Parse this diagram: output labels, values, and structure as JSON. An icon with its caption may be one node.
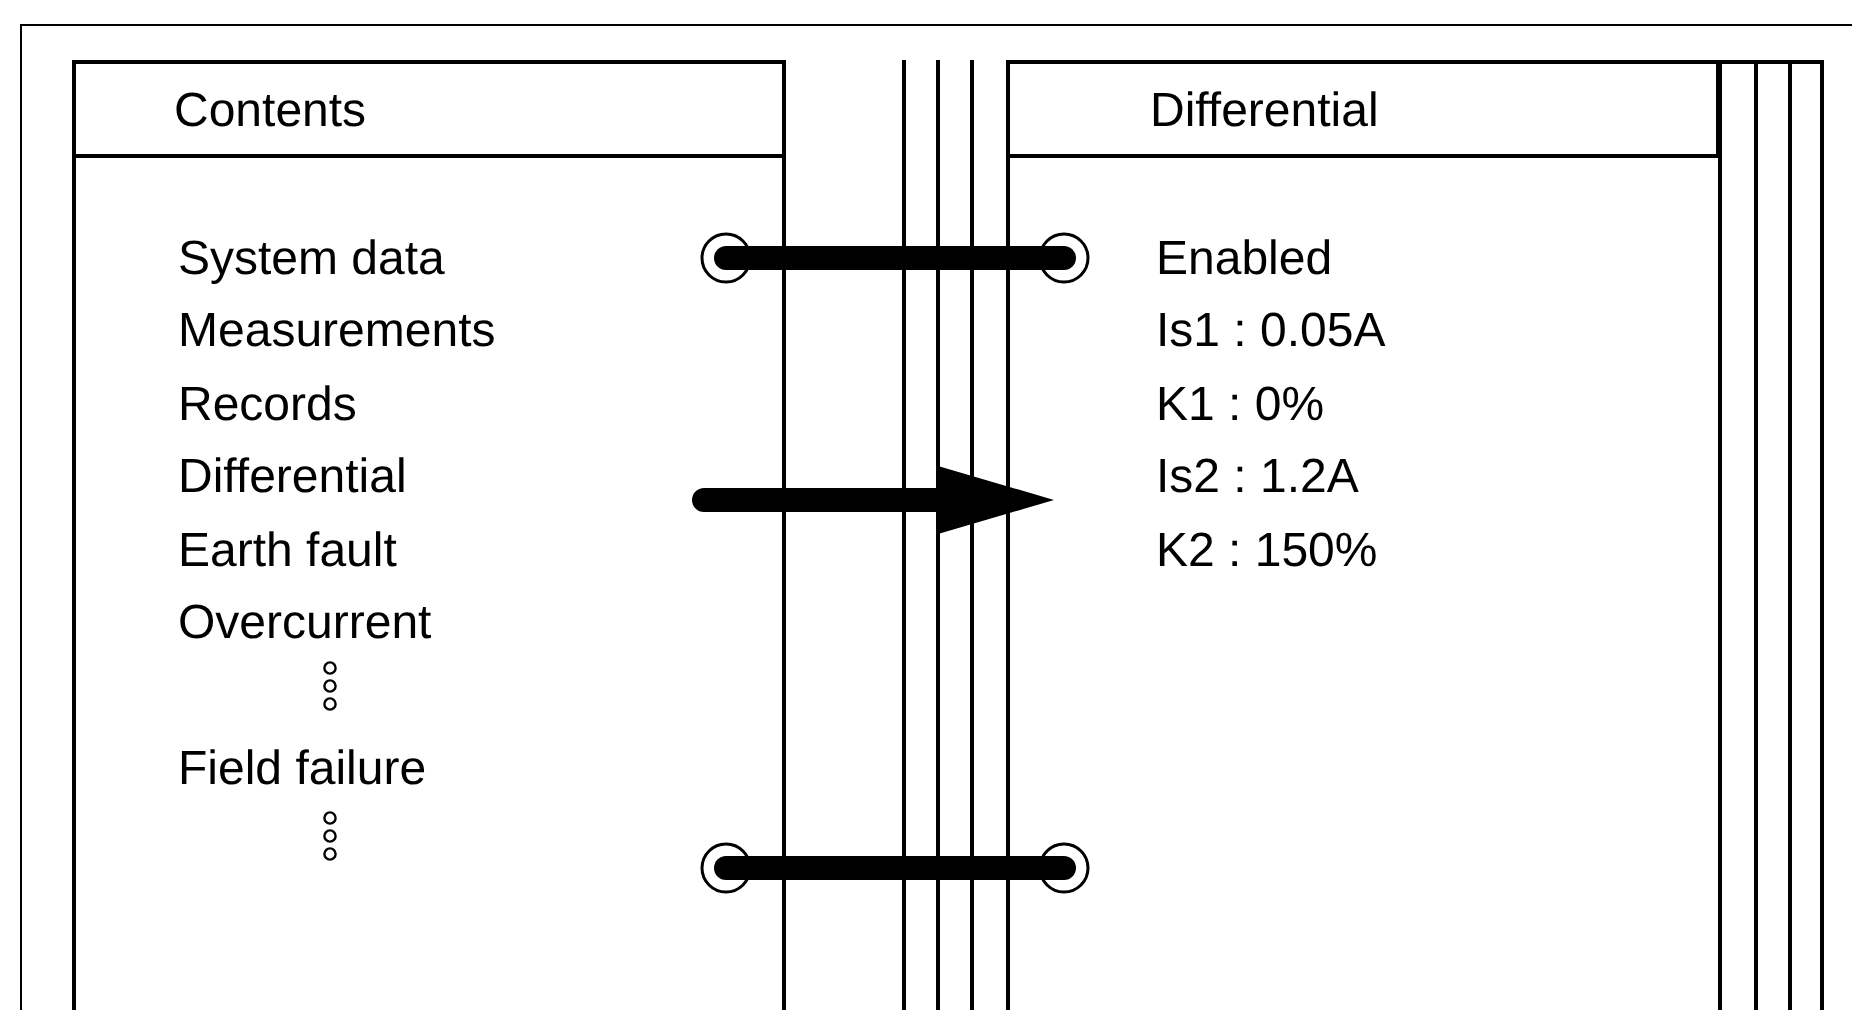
{
  "diagram": {
    "nodes": [
      {
        "text": [
          "Contents"
        ]
      },
      {
        "text": [
          "System data"
        ],
        "in": 0
      },
      {
        "text": [
          "Measurements"
        ],
        "in": 0
      },
      {
        "text": [
          "Records"
        ],
        "in": 0
      },
      {
        "text": [
          "Differential"
        ],
        "in": 0
      },
      {
        "text": [
          "Earth fault"
        ],
        "in": 0
      },
      {
        "text": [
          "Overcurrent"
        ],
        "in": 0
      },
      {
        "text": [
          "Field failure"
        ],
        "in": 0
      },
      {
        "text": [
          "Differential"
        ]
      },
      {
        "text": [
          "Enabled"
        ],
        "in": 8
      },
      {
        "text": [
          "Is1 : 0.05A"
        ],
        "in": 8
      },
      {
        "text": [
          "K1 : 0%"
        ],
        "in": 8
      },
      {
        "text": [
          "Is2 : 1.2A"
        ],
        "in": 8
      },
      {
        "text": [
          "K2 : 150%"
        ],
        "in": 8
      }
    ],
    "edges": [
      {
        "from": null,
        "to": 8,
        "arrow": "to"
      }
    ]
  }
}
